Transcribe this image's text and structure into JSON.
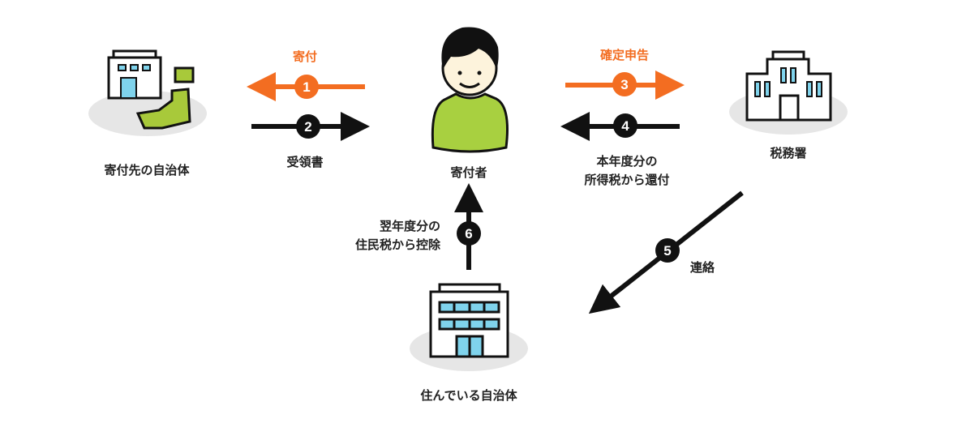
{
  "colors": {
    "orange": "#f36d21",
    "black": "#111111",
    "green": "#a8c93a",
    "window": "#7fd3ec",
    "shadow": "#e6e6e6"
  },
  "nodes": {
    "donation_municipality": "寄付先の自治体",
    "donor": "寄付者",
    "tax_office": "税務署",
    "home_municipality": "住んでいる自治体"
  },
  "steps": [
    {
      "num": "1",
      "label": "寄付"
    },
    {
      "num": "2",
      "label": "受領書"
    },
    {
      "num": "3",
      "label": "確定申告"
    },
    {
      "num": "4",
      "label_line1": "本年度分の",
      "label_line2": "所得税から還付"
    },
    {
      "num": "5",
      "label": "連絡"
    },
    {
      "num": "6",
      "label_line1": "翌年度分の",
      "label_line2": "住民税から控除"
    }
  ]
}
